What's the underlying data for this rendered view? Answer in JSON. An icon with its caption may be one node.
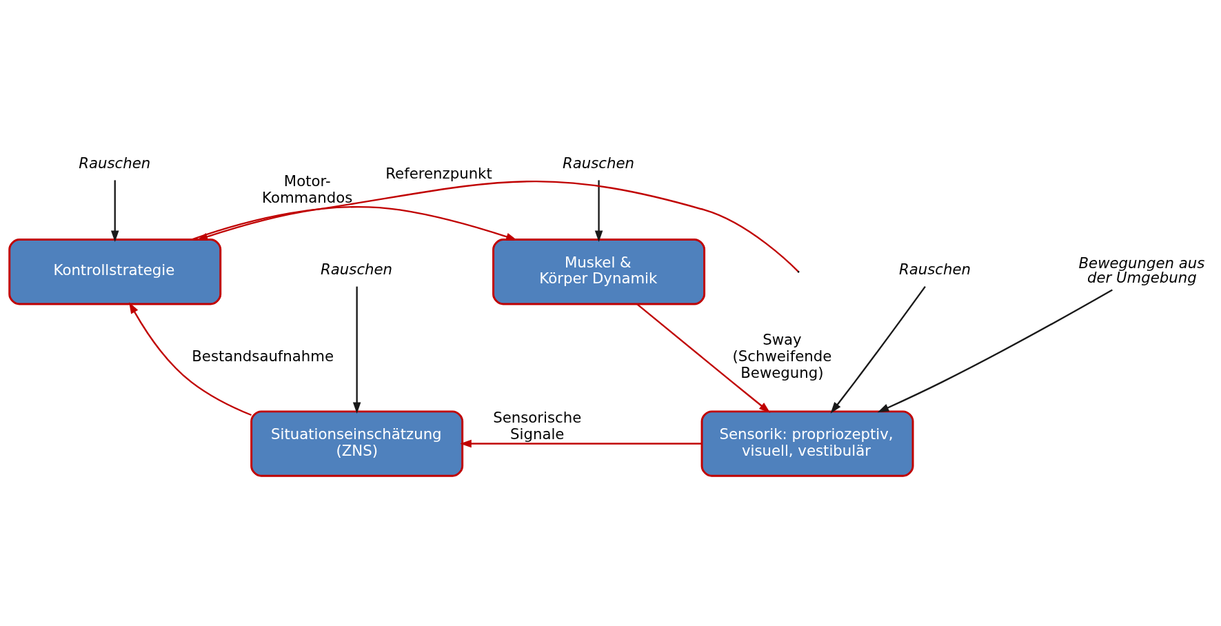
{
  "diagram": {
    "nodes": [
      {
        "text": [
          "Kontrollstrategie"
        ]
      },
      {
        "text": [
          "Muskel & Körper Dynamik"
        ]
      },
      {
        "text": [
          "Sensorik: propriozeptiv, visuell, vestibulär"
        ]
      },
      {
        "text": [
          "Situationseinschätzung (ZNS)"
        ]
      },
      {
        "text": [
          "Rauschen"
        ]
      },
      {
        "text": [
          "Rauschen"
        ]
      },
      {
        "text": [
          "Rauschen"
        ]
      },
      {
        "text": [
          "Rauschen"
        ]
      },
      {
        "text": [
          "Bewegungen aus der Umgebung"
        ]
      }
    ],
    "edges": [
      {
        "from": null,
        "to": 0,
        "arrow": "to",
        "label": "Referenzpunkt"
      },
      {
        "from": 0,
        "to": 1,
        "arrow": "to",
        "label": "Motor- Kommandos"
      },
      {
        "from": 1,
        "to": 2,
        "arrow": "to",
        "label": "Sway (Schweifende Bewegung)"
      },
      {
        "from": 2,
        "to": 3,
        "arrow": "to",
        "label": "Sensorische Signale"
      },
      {
        "from": 3,
        "to": 0,
        "arrow": "to",
        "label": "Bestandsaufnahme"
      },
      {
        "from": 4,
        "to": 0,
        "arrow": "to",
        "color": "#1a1a1a"
      },
      {
        "from": 5,
        "to": 1,
        "arrow": "to",
        "color": "#1a1a1a"
      },
      {
        "from": 6,
        "to": 3,
        "arrow": "to",
        "color": "#1a1a1a"
      },
      {
        "from": 7,
        "to": 2,
        "arrow": "to",
        "color": "#1a1a1a"
      },
      {
        "from": 8,
        "to": 2,
        "arrow": "to",
        "color": "#1a1a1a"
      }
    ]
  }
}
